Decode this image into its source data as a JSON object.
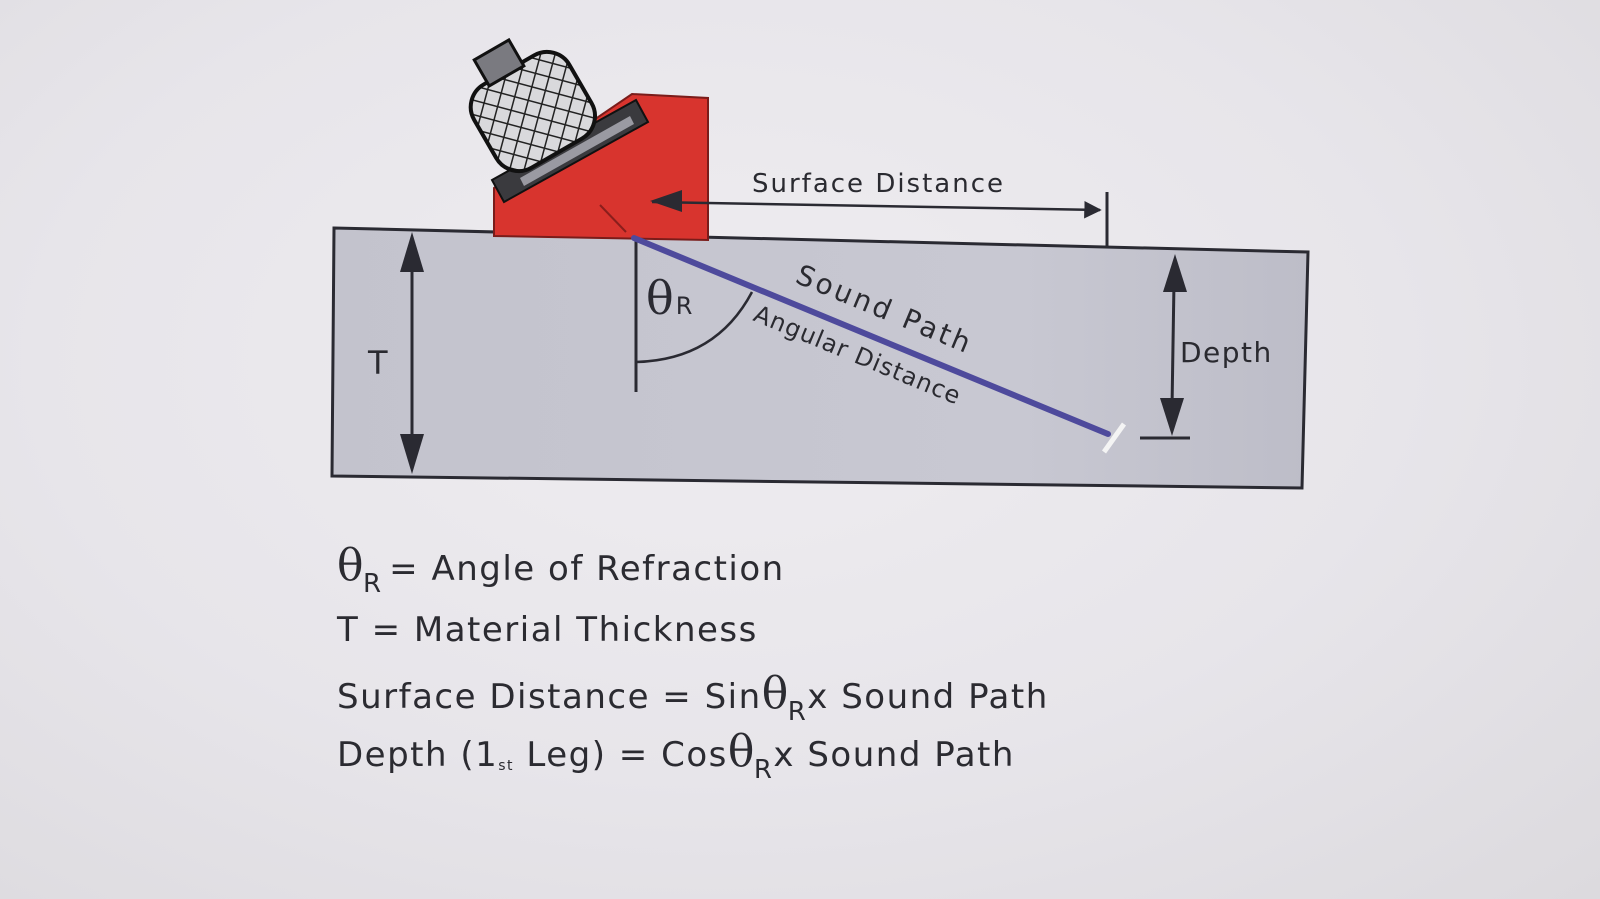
{
  "diagram": {
    "labels": {
      "surface_distance": "Surface Distance",
      "sound_path": "Sound Path",
      "angular_distance": "Angular Distance",
      "depth": "Depth",
      "thickness": "T",
      "theta": "θ",
      "theta_sub": "R"
    },
    "colors": {
      "wedge": "#d8342e",
      "block_fill": "#c4c4ce",
      "sound_path": "#4e4a9c",
      "outline": "#2a2a32"
    }
  },
  "legend": {
    "row1": {
      "symbol": "θ",
      "sub": "R",
      "text": "= Angle of Refraction"
    },
    "row2": {
      "text": "T = Material Thickness"
    },
    "row3": {
      "text_a": "Surface Distance = Sin",
      "symbol": "θ",
      "sub": "R",
      "text_b": "x Sound Path"
    },
    "row4": {
      "text_a": "Depth (1",
      "sup": "st",
      "text_b": " Leg) = Cos",
      "symbol": "θ",
      "sub": "R",
      "text_c": "x Sound Path"
    }
  }
}
